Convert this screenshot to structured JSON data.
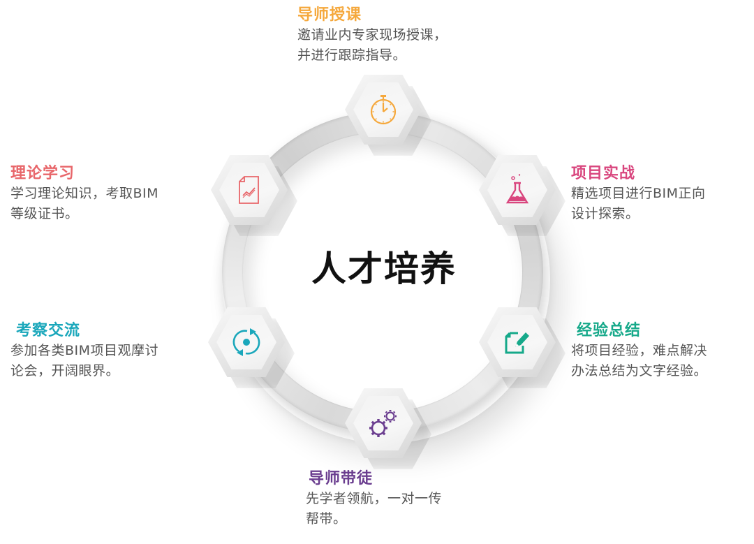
{
  "center": {
    "title": "人才培养"
  },
  "colors": {
    "orange": "#F5A83C",
    "coral": "#E8666A",
    "magenta": "#D9467E",
    "cyan": "#1AA7BB",
    "green": "#16A98A",
    "purple": "#6A3D8F",
    "ring": "#DCDCDC",
    "desc_text": "#555555"
  },
  "nodes": [
    {
      "id": "mentor-teaching",
      "heading": "导师授课",
      "icon": "stopwatch-icon",
      "color": "#F5A83C",
      "desc_lines": [
        "邀请业内专家现场授课，",
        "并进行跟踪指导。"
      ]
    },
    {
      "id": "project-practice",
      "heading": "项目实战",
      "icon": "flask-icon",
      "color": "#D9467E",
      "desc_lines": [
        "精选项目进行BIM正向",
        "设计探索。"
      ]
    },
    {
      "id": "experience-summary",
      "heading": "经验总结",
      "icon": "document-edit-icon",
      "color": "#16A98A",
      "desc_lines": [
        "将项目经验，难点解决",
        "办法总结为文字经验。"
      ]
    },
    {
      "id": "mentor-apprentice",
      "heading": "导师带徒",
      "icon": "gears-icon",
      "color": "#6A3D8F",
      "desc_lines": [
        "先学者领航，一对一传",
        "帮带。"
      ]
    },
    {
      "id": "inspection-exchange",
      "heading": "考察交流",
      "icon": "refresh-cycle-icon",
      "color": "#1AA7BB",
      "desc_lines": [
        "参加各类BIM项目观摩讨",
        "论会，开阔眼界。"
      ]
    },
    {
      "id": "theory-study",
      "heading": "理论学习",
      "icon": "report-chart-icon",
      "color": "#E8666A",
      "desc_lines": [
        "学习理论知识，考取BIM",
        "等级证书。"
      ]
    }
  ]
}
